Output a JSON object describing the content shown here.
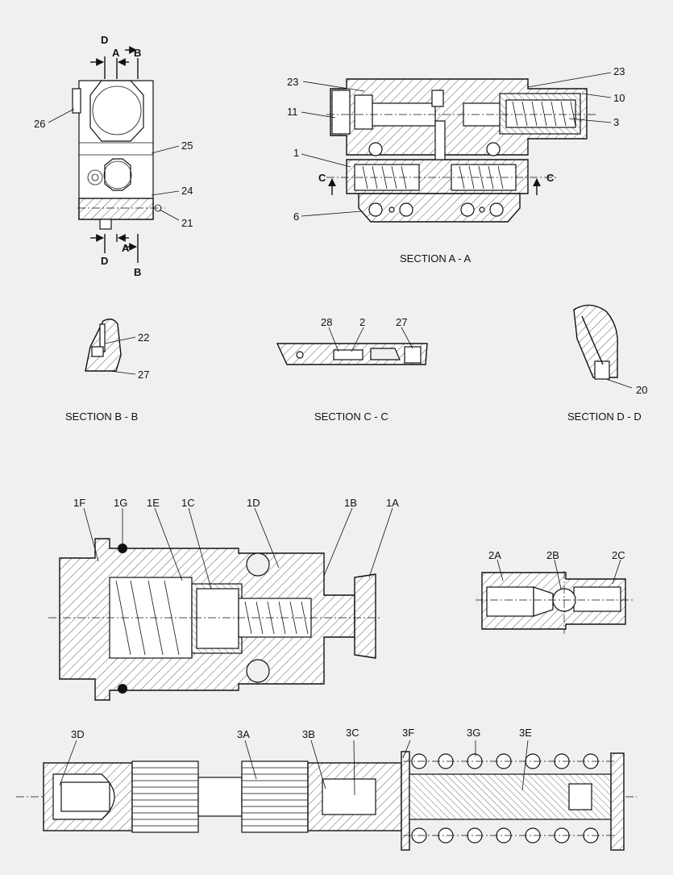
{
  "sections": {
    "aa": "SECTION A - A",
    "bb": "SECTION B - B",
    "cc": "SECTION C - C",
    "dd": "SECTION D - D"
  },
  "cut_marks": {
    "a": "A",
    "b": "B",
    "c": "C",
    "d": "D"
  },
  "callouts": {
    "c26": "26",
    "c25": "25",
    "c24": "24",
    "c21": "21",
    "c23a": "23",
    "c23b": "23",
    "c11": "11",
    "c10": "10",
    "c3": "3",
    "c1": "1",
    "c6": "6",
    "c22": "22",
    "c27a": "27",
    "c28": "28",
    "c2": "2",
    "c27b": "27",
    "c20": "20",
    "c1F": "1F",
    "c1G": "1G",
    "c1E": "1E",
    "c1C": "1C",
    "c1D": "1D",
    "c1B": "1B",
    "c1A": "1A",
    "c2A": "2A",
    "c2B": "2B",
    "c2C": "2C",
    "c3D": "3D",
    "c3A": "3A",
    "c3B": "3B",
    "c3C": "3C",
    "c3F": "3F",
    "c3G": "3G",
    "c3E": "3E"
  },
  "colors": {
    "background": "#eef0f1",
    "line": "#111111"
  }
}
